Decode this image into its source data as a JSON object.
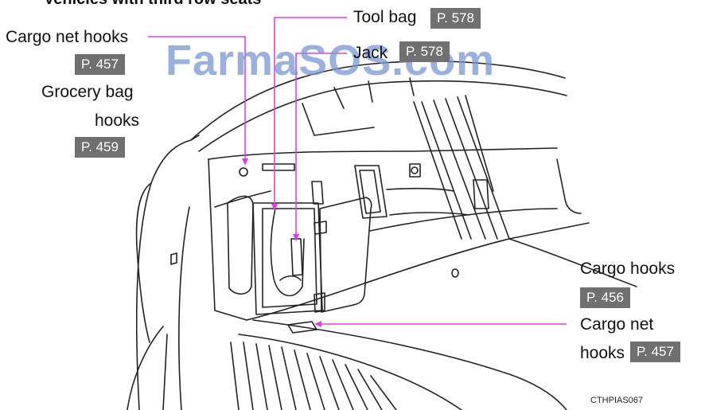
{
  "header": {
    "partial_title": "Vehicles with third row seats"
  },
  "watermark": "FarmaSOS.com",
  "figure_code": "CTHPIAS067",
  "callouts": {
    "tool_bag": {
      "label": "Tool bag",
      "ref": "P. 578"
    },
    "jack": {
      "label": "Jack",
      "ref": "P. 578"
    },
    "cargo_net_hooks_top": {
      "label": "Cargo net hooks",
      "ref": "P. 457"
    },
    "grocery_bag_hooks": {
      "label_line1": "Grocery bag",
      "label_line2": "hooks",
      "ref": "P. 459"
    },
    "cargo_hooks": {
      "label": "Cargo hooks",
      "ref": "P. 456"
    },
    "cargo_net_hooks_bottom": {
      "label_line1": "Cargo net",
      "label_line2": "hooks",
      "ref": "P. 457"
    }
  },
  "colors": {
    "leader": "#e040e0",
    "ref_bg": "#707070",
    "watermark": "#7896d2"
  }
}
